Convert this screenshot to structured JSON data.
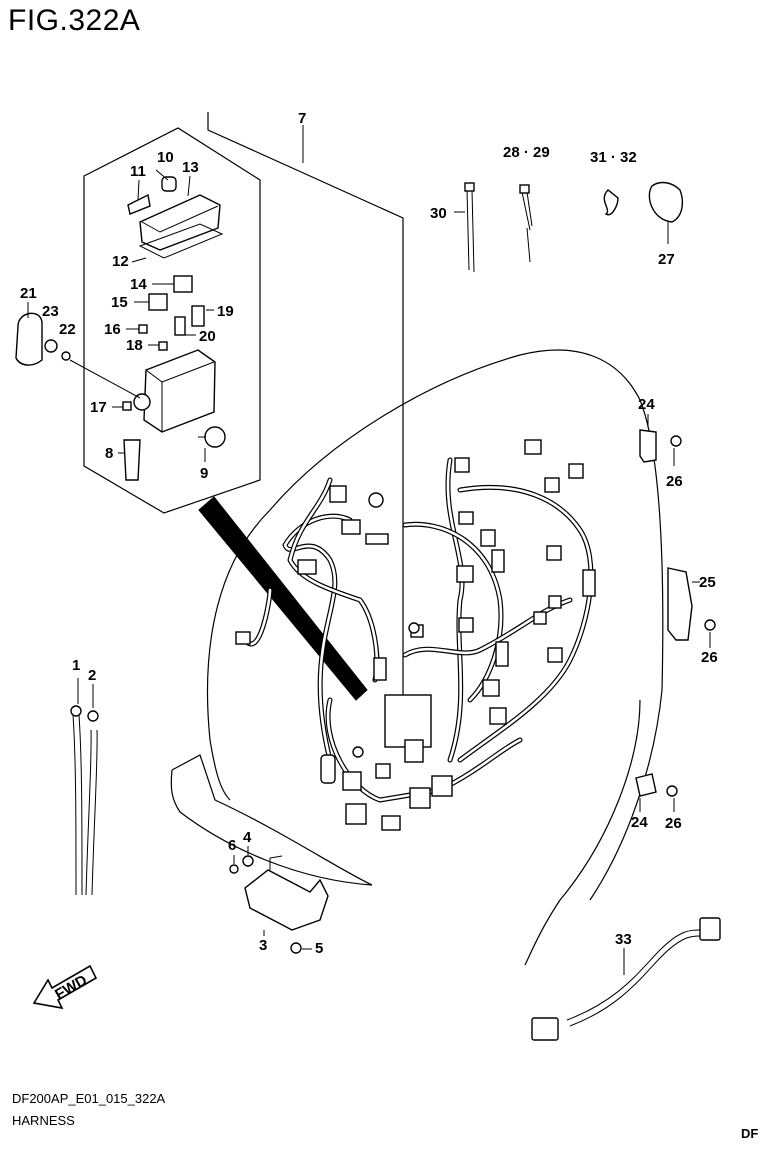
{
  "figure": {
    "title": "FIG.322A",
    "code": "DF200AP_E01_015_322A",
    "caption": "HARNESS",
    "corner_mark": "DF"
  },
  "arrow": {
    "label": "FWD"
  },
  "callouts": [
    "1",
    "2",
    "3",
    "4",
    "5",
    "6",
    "7",
    "8",
    "9",
    "10",
    "11",
    "12",
    "13",
    "14",
    "15",
    "16",
    "17",
    "18",
    "19",
    "20",
    "21",
    "22",
    "23",
    "24",
    "24",
    "25",
    "26",
    "26",
    "26",
    "27",
    "28 · 29",
    "30",
    "31 · 32",
    "33"
  ]
}
